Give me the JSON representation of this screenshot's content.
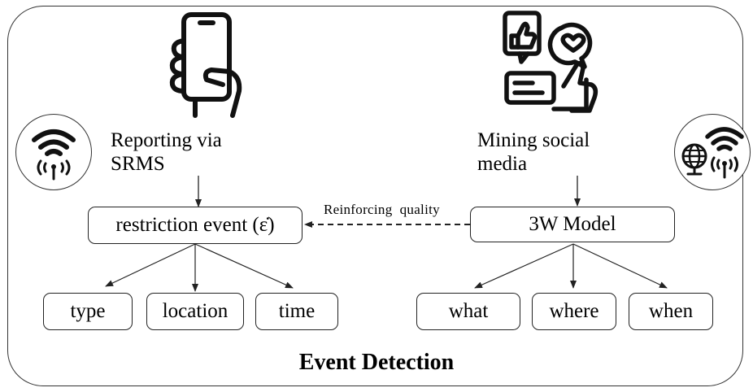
{
  "left": {
    "caption_line1": "Reporting via",
    "caption_line2": "SRMS",
    "main_box": "restriction event (ε̇)",
    "leaves": [
      "type",
      "location",
      "time"
    ]
  },
  "right": {
    "caption_line1": "Mining social",
    "caption_line2": "media",
    "main_box": "3W Model",
    "leaves": [
      "what",
      "where",
      "when"
    ]
  },
  "link_label": "Reinforcing  quality",
  "footer_title": "Event Detection",
  "icons": [
    "smartphone-hand-icon",
    "social-media-icon",
    "wifi-antenna-icon",
    "globe-wifi-antenna-icon"
  ]
}
